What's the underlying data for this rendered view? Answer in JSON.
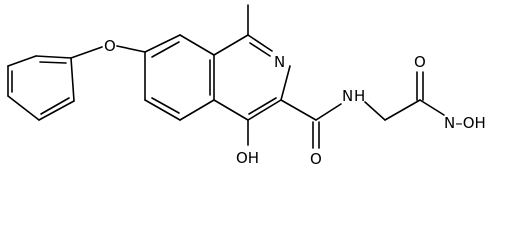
{
  "structure": {
    "atoms": {
      "ether_oxygen": "O",
      "ring_nitrogen": "N",
      "amide_nh": "N",
      "amide_h": "H",
      "hydroxyl_label": "OH",
      "amide_oxygen": "O",
      "acid_oxygen": "O",
      "hydroxamic_label": "N–OH"
    },
    "bond_color": "#000000",
    "background": "#ffffff"
  }
}
